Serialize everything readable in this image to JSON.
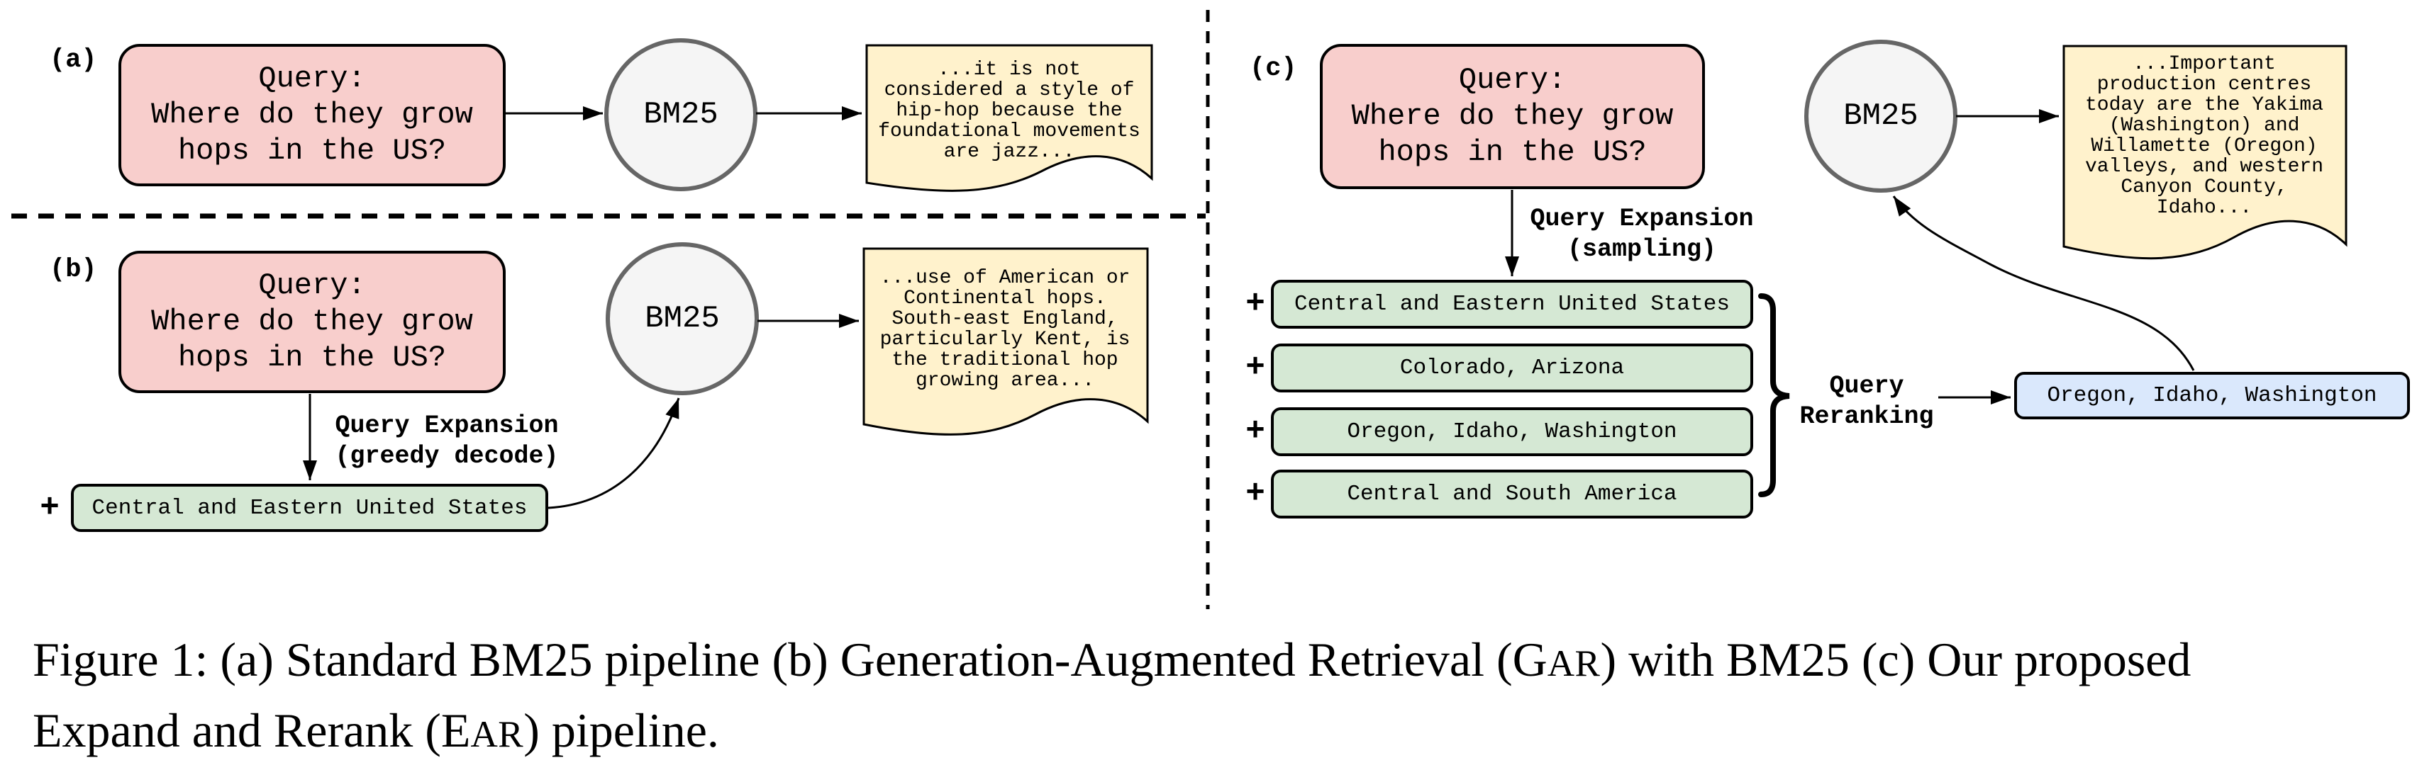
{
  "figure": {
    "caption": {
      "line1": [
        {
          "t": "Figure 1: (a) Standard BM25 pipeline (b) Generation-Augmented Retrieval (G"
        },
        {
          "t": "AR",
          "sc": true
        },
        {
          "t": ") with BM25 (c) Our proposed"
        }
      ],
      "line2": [
        {
          "t": "Expand and Rerank (E"
        },
        {
          "t": "AR",
          "sc": true
        },
        {
          "t": ") pipeline."
        }
      ]
    },
    "colors": {
      "query_box": "#f8cecc",
      "expansion_box": "#d5e8d4",
      "rerank_box": "#dae8fc",
      "document_note": "#fff2cc",
      "engine_circle": "#f5f5f5",
      "engine_stroke": "#666666"
    },
    "panels": {
      "a": {
        "label": "(a)",
        "query": "Query:\nWhere do they grow\nhops in the US?",
        "engine": "BM25",
        "document": "...it is not\nconsidered a style of\nhip-hop because the\nfoundational movements\nare jazz..."
      },
      "b": {
        "label": "(b)",
        "query": "Query:\nWhere do they grow\nhops in the US?",
        "expansion_label": "Query Expansion\n(greedy decode)",
        "plus": "+",
        "expansion": "Central and Eastern United States",
        "engine": "BM25",
        "document": "...use of American or\nContinental hops.\nSouth-east England,\nparticularly Kent, is\nthe traditional hop\ngrowing area..."
      },
      "c": {
        "label": "(c)",
        "query": "Query:\nWhere do they grow\nhops in the US?",
        "expansion_label": "Query Expansion\n(sampling)",
        "plus": "+",
        "expansions": [
          "Central and Eastern United States",
          "Colorado, Arizona",
          "Oregon, Idaho, Washington",
          "Central and South America"
        ],
        "rerank_label": "Query\nReranking",
        "reranked": "Oregon, Idaho, Washington",
        "engine": "BM25",
        "document": "...Important\nproduction centres\ntoday are the Yakima\n(Washington) and\nWillamette (Oregon)\nvalleys, and western\nCanyon County,\nIdaho..."
      }
    }
  }
}
